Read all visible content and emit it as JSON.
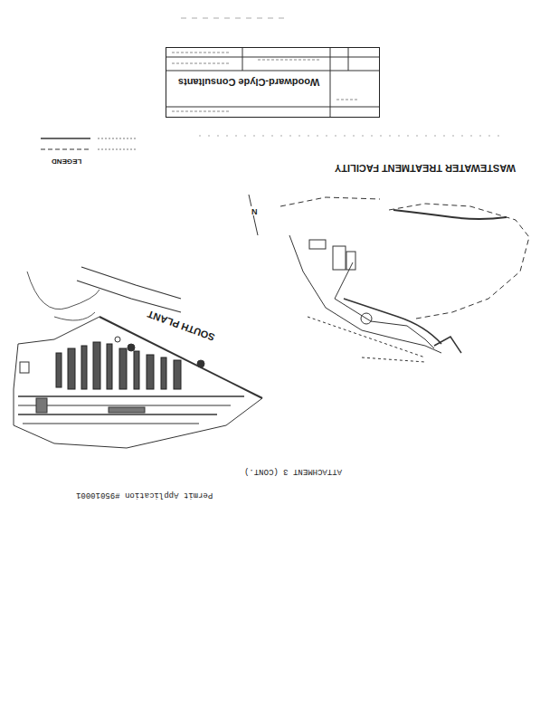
{
  "diagram": {
    "nodes": [
      {
        "text": [
          "Woodward-Clyde Consultants"
        ]
      }
    ],
    "labels": [
      "WASTEWATER TREATMENT FACILITY",
      "SOUTH PLANT",
      "LEGEND",
      "N",
      "ATTACHMENT 3 (CONT.)",
      "Permit Application #95010001"
    ]
  }
}
